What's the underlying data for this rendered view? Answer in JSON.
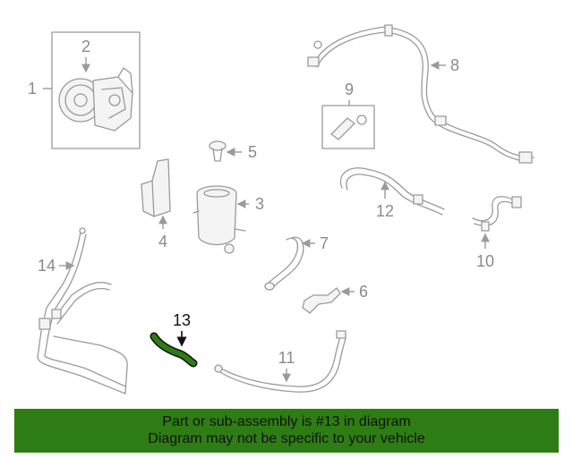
{
  "callouts": {
    "c1": "1",
    "c2": "2",
    "c3": "3",
    "c4": "4",
    "c5": "5",
    "c6": "6",
    "c7": "7",
    "c8": "8",
    "c9": "9",
    "c10": "10",
    "c11": "11",
    "c12": "12",
    "c13": "13",
    "c14": "14"
  },
  "highlight": {
    "part_number": "13",
    "color": "#2e7d14"
  },
  "banner": {
    "line1": "Part or sub-assembly is #13 in diagram",
    "line2": "Diagram may not be specific to your vehicle",
    "background": "#2e7d14"
  }
}
